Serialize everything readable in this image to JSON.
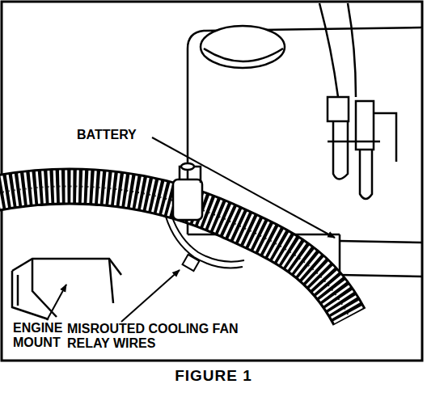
{
  "diagram": {
    "caption": "FIGURE 1",
    "labels": [
      "BATTERY",
      "ENGINE MOUNT",
      "MISROUTED COOLING FAN RELAY WIRES"
    ]
  }
}
